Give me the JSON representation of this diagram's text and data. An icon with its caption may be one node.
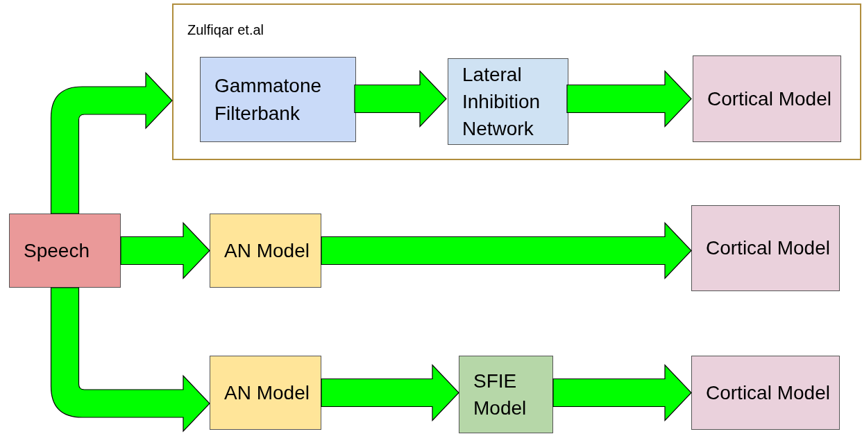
{
  "diagram": {
    "nodes": [
      {
        "text": [
          "Zulfiqar et.al"
        ]
      },
      {
        "text": [
          "Gammatone Filterbank"
        ],
        "in": 0
      },
      {
        "text": [
          "Lateral Inhibition Network"
        ],
        "in": 0
      },
      {
        "text": [
          "Cortical Model"
        ],
        "in": 0
      },
      {
        "text": [
          "Speech"
        ]
      },
      {
        "text": [
          "AN Model"
        ]
      },
      {
        "text": [
          "Cortical Model"
        ]
      },
      {
        "text": [
          "AN Model"
        ]
      },
      {
        "text": [
          "SFIE Model"
        ]
      },
      {
        "text": [
          "Cortical Model"
        ]
      }
    ],
    "edges": [
      {
        "from": 4,
        "to": 0,
        "arrow": "to"
      },
      {
        "from": 1,
        "to": 2,
        "arrow": "to"
      },
      {
        "from": 2,
        "to": 3,
        "arrow": "to"
      },
      {
        "from": 4,
        "to": 5,
        "arrow": "to"
      },
      {
        "from": 5,
        "to": 6,
        "arrow": "to"
      },
      {
        "from": 4,
        "to": 7,
        "arrow": "to"
      },
      {
        "from": 7,
        "to": 8,
        "arrow": "to"
      },
      {
        "from": 8,
        "to": 9,
        "arrow": "to"
      }
    ]
  }
}
